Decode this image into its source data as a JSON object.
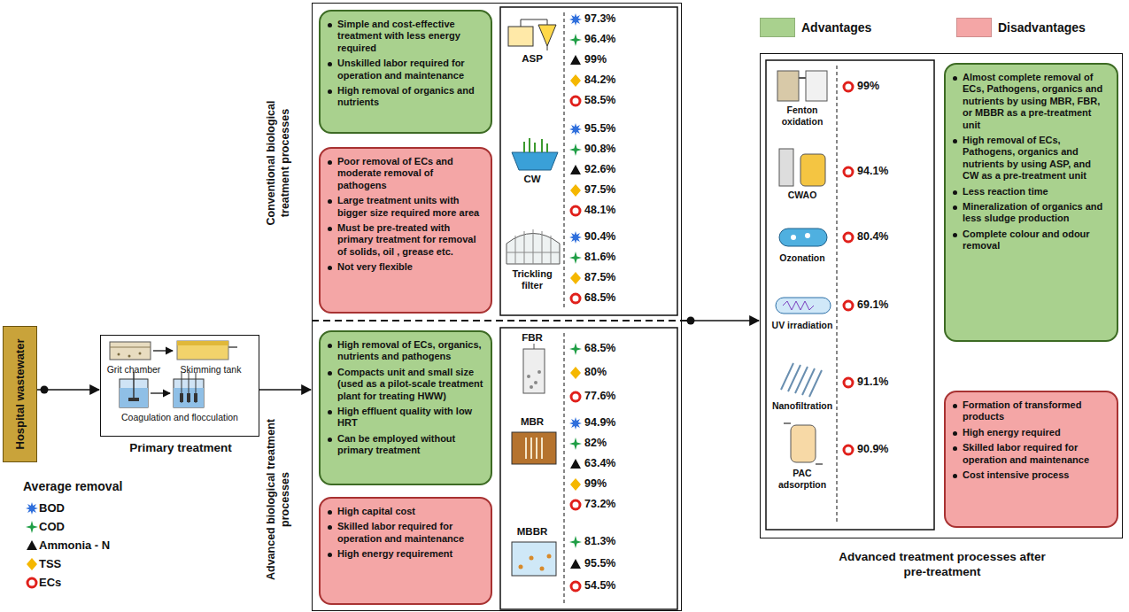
{
  "diagram": {
    "nodes": [
      {
        "text": [
          "Hospital wastewater"
        ]
      },
      {
        "text": [
          "Primary treatment"
        ]
      },
      {
        "text": [
          "Conventional biological treatment processes",
          "Advanced biological treatment processes"
        ]
      },
      {
        "text": [
          "Simple and cost-effective treatment with less energy required",
          "Unskilled labor required for operation and maintenance",
          "High removal of organics and nutrients"
        ],
        "in": 2
      },
      {
        "text": [
          "Poor removal of ECs and moderate removal of pathogens",
          "Large treatment units with bigger size required more area",
          "Must be pre-treated with primary treatment for removal of solids, oil , grease etc.",
          "Not very flexible"
        ],
        "in": 2
      },
      {
        "text": [
          "High removal of ECs, organics, nutrients and pathogens",
          "Compacts unit and small size (used as a pilot-scale treatment plant for treating HWW)",
          "High effluent quality with low HRT",
          "Can be employed without primary treatment"
        ],
        "in": 2
      },
      {
        "text": [
          "High capital cost",
          "Skilled labor required for operation and maintenance",
          "High energy requirement"
        ],
        "in": 2
      },
      {
        "text": [
          "Advanced treatment processes after pre-treatment"
        ]
      },
      {
        "text": [
          "Almost complete removal of ECs, Pathogens, organics and nutrients by using MBR, FBR, or MBBR as a pre-treatment unit",
          "High removal of ECs, Pathogens, organics and nutrients by using ASP, and CW as a pre-treatment unit",
          "Less reaction time",
          "Mineralization of organics and less sludge production",
          "Complete colour and odour removal"
        ],
        "in": 7
      },
      {
        "text": [
          "Formation of transformed products",
          "High energy required",
          "Skilled labor required for operation and maintenance",
          "Cost intensive process"
        ],
        "in": 7
      }
    ],
    "edges": [
      {
        "from": 0,
        "to": 1,
        "arrow": "to"
      },
      {
        "from": 1,
        "to": 2,
        "arrow": "to"
      },
      {
        "from": 2,
        "to": 7,
        "arrow": "to"
      }
    ],
    "labels": [
      "Grit chamber",
      "Skimming tank",
      "Coagulation and flocculation",
      "ASP",
      "97.3%",
      "96.4%",
      "99%",
      "84.2%",
      "58.5%",
      "CW",
      "95.5%",
      "90.8%",
      "92.6%",
      "97.5%",
      "48.1%",
      "Trickling filter",
      "90.4%",
      "81.6%",
      "87.5%",
      "68.5%",
      "FBR",
      "68.5%",
      "80%",
      "77.6%",
      "MBR",
      "94.9%",
      "82%",
      "63.4%",
      "99%",
      "73.2%",
      "MBBR",
      "81.3%",
      "95.5%",
      "54.5%",
      "Fenton oxidation",
      "99%",
      "CWAO",
      "94.1%",
      "Ozonation",
      "80.4%",
      "UV irradiation",
      "69.1%",
      "Nanofiltration",
      "91.1%",
      "PAC adsorption",
      "90.9%",
      "Average removal"
    ],
    "legend": [
      {
        "text": "Advantages",
        "color": "#a9d18e"
      },
      {
        "text": "Disadvantages",
        "color": "#f4a6a6"
      },
      {
        "text": "BOD"
      },
      {
        "text": "COD"
      },
      {
        "text": "Ammonia - N"
      },
      {
        "text": "TSS"
      },
      {
        "text": "ECs"
      }
    ]
  }
}
